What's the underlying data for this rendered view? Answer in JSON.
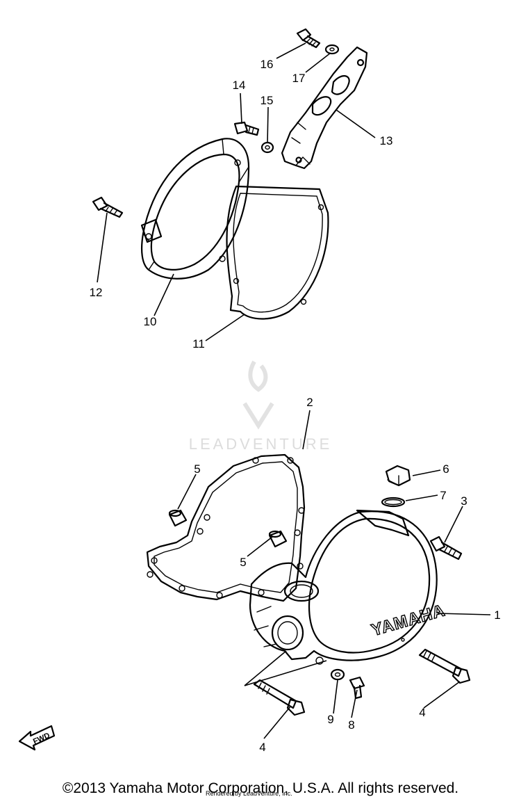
{
  "watermark": {
    "text": "LEADVENTURE"
  },
  "callouts": [
    "16",
    "17",
    "14",
    "15",
    "13",
    "12",
    "10",
    "11",
    "2",
    "5",
    "6",
    "7",
    "3",
    "5",
    "1",
    "4",
    "9",
    "8",
    "4"
  ],
  "cover": {
    "brand_text": "YAMAHA"
  },
  "fwd_arrow": {
    "text": "FWD"
  },
  "footer": {
    "copyright": "©2013 Yamaha Motor Corporation, U.S.A. All rights reserved.",
    "rendered_by": "Rendered by LeadVenture, Inc."
  }
}
